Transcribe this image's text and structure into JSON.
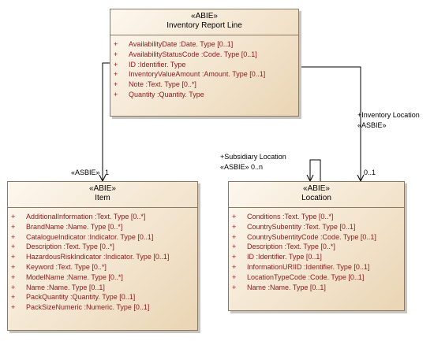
{
  "classes": {
    "inventory_report_line": {
      "stereotype": "«ABIE»",
      "name": "Inventory Report Line",
      "attributes": [
        {
          "vis": "+",
          "text": "AvailabilityDate  :Date. Type [0..1]"
        },
        {
          "vis": "+",
          "text": "AvailabilityStatusCode  :Code. Type [0..1]"
        },
        {
          "vis": "+",
          "text": "ID  :Identifier. Type"
        },
        {
          "vis": "+",
          "text": "InventoryValueAmount  :Amount. Type [0..1]"
        },
        {
          "vis": "+",
          "text": "Note  :Text. Type [0..*]"
        },
        {
          "vis": "+",
          "text": "Quantity  :Quantity. Type"
        }
      ]
    },
    "item": {
      "stereotype": "«ABIE»",
      "name": "Item",
      "attributes": [
        {
          "vis": "+",
          "text": "AdditionalInformation  :Text. Type [0..*]"
        },
        {
          "vis": "+",
          "text": "BrandName  :Name. Type [0..*]"
        },
        {
          "vis": "+",
          "text": "CatalogueIndicator  :Indicator. Type [0..1]"
        },
        {
          "vis": "+",
          "text": "Description  :Text. Type [0..*]"
        },
        {
          "vis": "+",
          "text": "HazardousRiskIndicator  :Indicator. Type [0..1]"
        },
        {
          "vis": "+",
          "text": "Keyword  :Text. Type [0..*]"
        },
        {
          "vis": "+",
          "text": "ModelName  :Name. Type [0..*]"
        },
        {
          "vis": "+",
          "text": "Name  :Name. Type [0..1]"
        },
        {
          "vis": "+",
          "text": "PackQuantity  :Quantity. Type [0..1]"
        },
        {
          "vis": "+",
          "text": "PackSizeNumeric  :Numeric. Type [0..1]"
        }
      ]
    },
    "location": {
      "stereotype": "«ABIE»",
      "name": "Location",
      "attributes": [
        {
          "vis": "+",
          "text": "Conditions  :Text. Type [0..*]"
        },
        {
          "vis": "+",
          "text": "CountrySubentity  :Text. Type [0..1]"
        },
        {
          "vis": "+",
          "text": "CountrySubentityCode  :Code. Type [0..1]"
        },
        {
          "vis": "+",
          "text": "Description  :Text. Type [0..*]"
        },
        {
          "vis": "+",
          "text": "ID  :Identifier. Type [0..1]"
        },
        {
          "vis": "+",
          "text": "InformationURIID  :Identifier. Type [0..1]"
        },
        {
          "vis": "+",
          "text": "LocationTypeCode  :Code. Type [0..1]"
        },
        {
          "vis": "+",
          "text": "Name  :Name. Type [0..1]"
        }
      ]
    }
  },
  "associations": {
    "item_assoc": {
      "stereotype": "«ASBIE»",
      "multiplicity": "1"
    },
    "inventory_location": {
      "role": "+Inventory Location",
      "stereotype": "«ASBIE»",
      "multiplicity": "0..1"
    },
    "subsidiary_location": {
      "role": "+Subsidiary Location",
      "stereotype_mult": "«ASBIE» 0..n"
    }
  }
}
